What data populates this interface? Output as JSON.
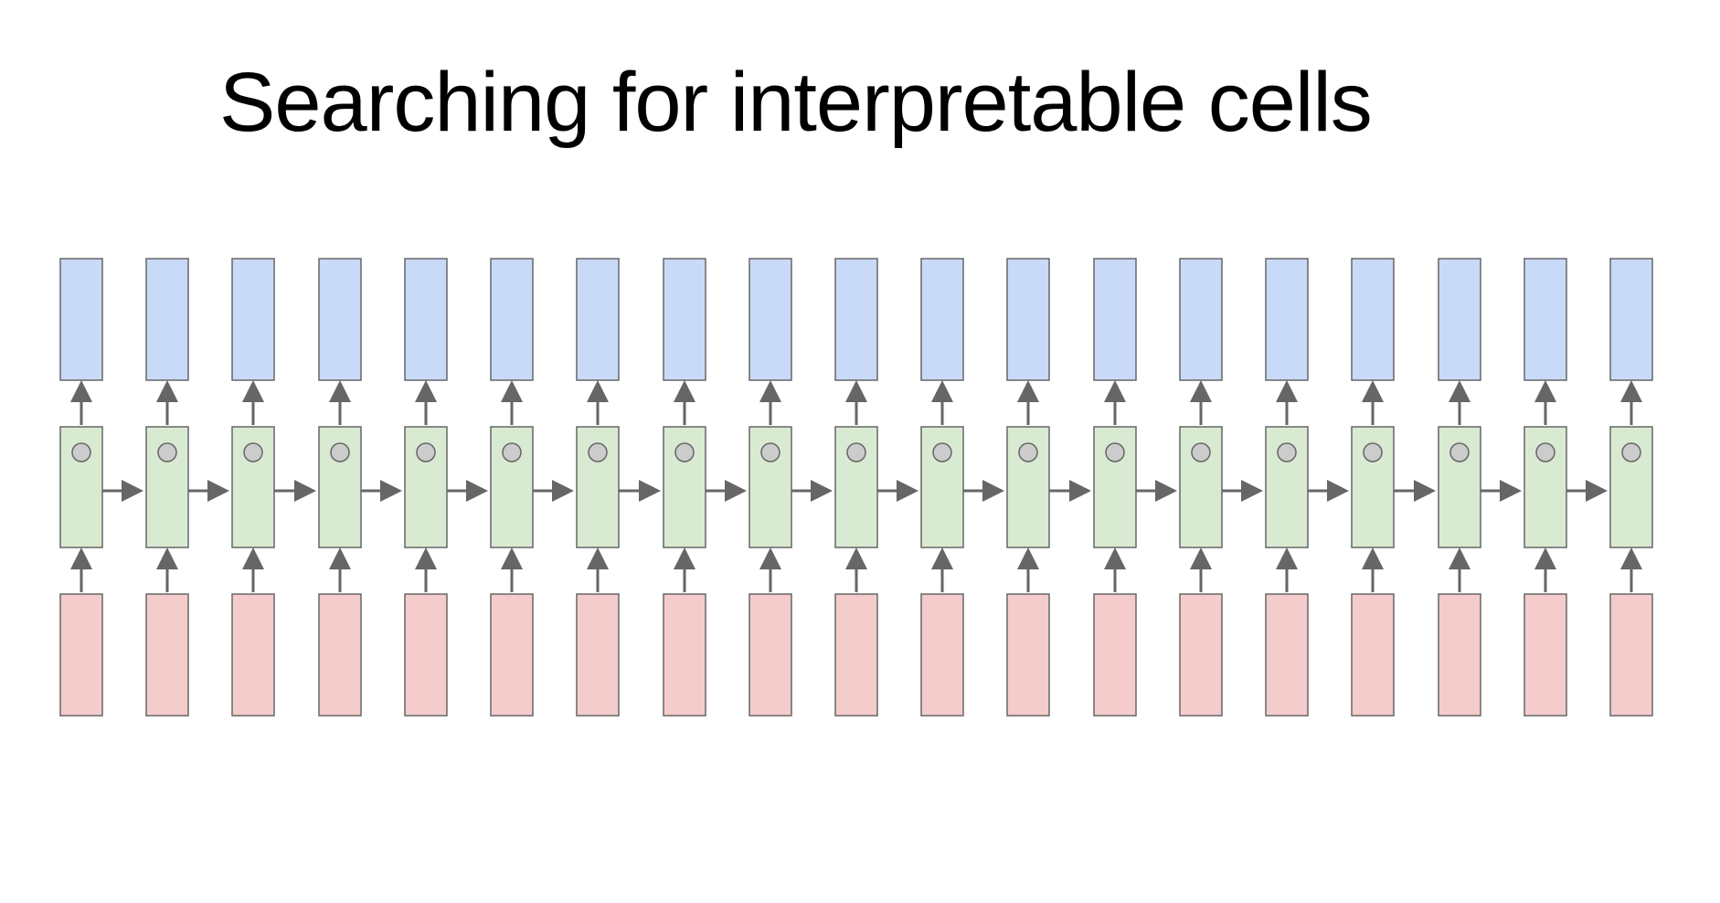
{
  "slide": {
    "title": "Searching for interpretable cells"
  },
  "diagram": {
    "timesteps": 19,
    "colors": {
      "output": "#c9daf8",
      "hidden": "#d9ead3",
      "input": "#f4cccc",
      "hidden_unit": "#cccccc",
      "stroke": "#666666",
      "arrow": "#666666"
    },
    "icons": {
      "hidden_unit": "circle",
      "connection": "arrow"
    }
  }
}
